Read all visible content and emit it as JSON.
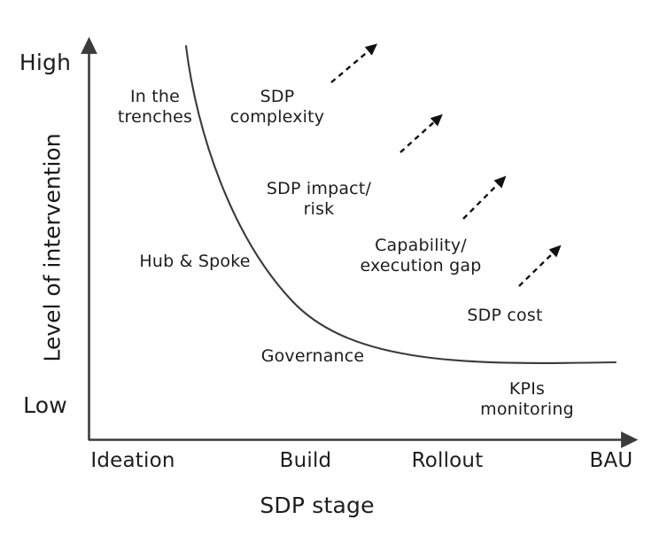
{
  "chart_data": {
    "type": "line",
    "title": "",
    "xlabel": "SDP stage",
    "ylabel": "Level of intervention",
    "grid": false,
    "legend": "none",
    "x_tick_labels": [
      "Ideation",
      "Build",
      "Rollout",
      "BAU"
    ],
    "y_tick_labels": [
      "Low",
      "High"
    ],
    "y_axis_end_low": "Low",
    "y_axis_end_high": "High",
    "series": [
      {
        "name": "Level of intervention vs SDP stage",
        "style": "solid-decaying-curve",
        "points": [
          {
            "x": "Ideation",
            "y": "High"
          },
          {
            "x": "Build",
            "y": "Medium"
          },
          {
            "x": "Rollout",
            "y": "Low"
          },
          {
            "x": "BAU",
            "y": "Low"
          }
        ]
      }
    ],
    "annotations": [
      {
        "id": "in-the-trenches",
        "text": "In the\ntrenches",
        "x": "Ideation",
        "y": "High"
      },
      {
        "id": "sdp-complexity",
        "text": "SDP\ncomplexity",
        "x": "Build",
        "y": "High"
      },
      {
        "id": "sdp-impact-risk",
        "text": "SDP impact/\nrisk",
        "x": "Build",
        "y": "Medium-High"
      },
      {
        "id": "hub-and-spoke",
        "text": "Hub & Spoke",
        "x": "Ideation",
        "y": "Medium"
      },
      {
        "id": "capability-execution-gap",
        "text": "Capability/\nexecution gap",
        "x": "Rollout",
        "y": "Medium"
      },
      {
        "id": "sdp-cost",
        "text": "SDP cost",
        "x": "Rollout",
        "y": "Medium-Low"
      },
      {
        "id": "governance",
        "text": "Governance",
        "x": "Build",
        "y": "Low"
      },
      {
        "id": "kpis-monitoring",
        "text": "KPIs\nmonitoring",
        "x": "BAU",
        "y": "Low"
      }
    ],
    "growth_arrows": [
      {
        "id": "arrow-1",
        "direction": "up-right",
        "style": "dashed"
      },
      {
        "id": "arrow-2",
        "direction": "up-right",
        "style": "dashed"
      },
      {
        "id": "arrow-3",
        "direction": "up-right",
        "style": "dashed"
      },
      {
        "id": "arrow-4",
        "direction": "up-right",
        "style": "dashed"
      }
    ],
    "colors": {
      "background": "#ffffff",
      "ink": "#1d1d1d",
      "curve": "#333333",
      "axis": "#404040"
    }
  },
  "axes": {
    "y": {
      "title": "Level of intervention",
      "high_label": "High",
      "low_label": "Low"
    },
    "x": {
      "title": "SDP stage",
      "ticks": [
        "Ideation",
        "Build",
        "Rollout",
        "BAU"
      ]
    }
  },
  "notes": {
    "n0": "In the\ntrenches",
    "n1": "SDP\ncomplexity",
    "n2": "SDP impact/\nrisk",
    "n3": "Hub & Spoke",
    "n4": "Capability/\nexecution gap",
    "n5": "SDP cost",
    "n6": "Governance",
    "n7": "KPIs\nmonitoring"
  }
}
